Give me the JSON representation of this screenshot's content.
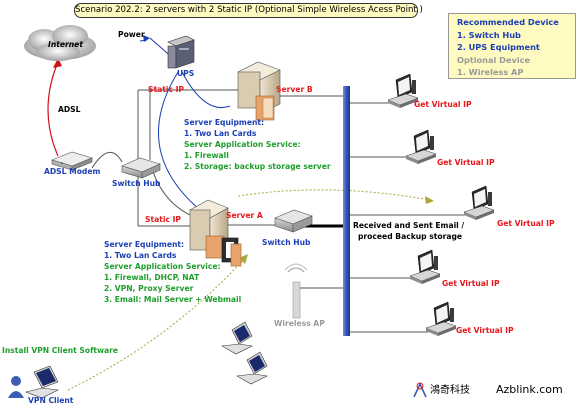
{
  "title": "Scenario 202.2:  2 servers with 2 Static IP (Optional Simple Wireless Acess Point )",
  "legend": {
    "heading": "Recommended Device",
    "items": [
      "1. Switch Hub",
      "2. UPS Equipment"
    ],
    "optional_heading": "Optional Device",
    "optional_items": [
      "1. Wireless AP"
    ]
  },
  "labels": {
    "internet": "Internet",
    "power": "Power",
    "ups": "UPS",
    "adsl": "ADSL",
    "adsl_modem": "ADSL Modem",
    "switch_hub_left": "Switch Hub",
    "switch_hub_center": "Switch Hub",
    "static_ip_top": "Static IP",
    "static_ip_bottom": "Static IP",
    "server_a": "Server A",
    "server_b": "Server B",
    "wireless_ap": "Wireless AP",
    "vpn_install": "Install VPN Client Software",
    "vpn_client": "VPN Client",
    "received_email": [
      "Received and Sent Email /",
      "proceed Backup storage"
    ]
  },
  "server_b_info": {
    "equipment_heading": "Server Equipment:",
    "equipment": [
      "1. Two Lan Cards"
    ],
    "service_heading": "Server Application Service:",
    "services": [
      "1. Firewall",
      "2. Storage: backup storage server"
    ]
  },
  "server_a_info": {
    "equipment_heading": "Server Equipment:",
    "equipment": [
      "1. Two Lan Cards"
    ],
    "service_heading": "Server Application Service:",
    "services": [
      "1. Firewall, DHCP, NAT",
      "2. VPN, Proxy Server",
      "3. Email: Mail Server + Webmail"
    ]
  },
  "clients": [
    "Get Virtual IP",
    "Get Virtual IP",
    "Get Virtual IP",
    "Get Virtual IP",
    "Get Virtual IP"
  ],
  "brand": {
    "cn": "鴻奇科技",
    "en": "Azblink.com"
  },
  "colors": {
    "red": "#e8161b",
    "blue": "#1a3fb4",
    "green": "#1f9e2c",
    "bar": "#2f55b5",
    "legend_bg": "#fffac0"
  }
}
